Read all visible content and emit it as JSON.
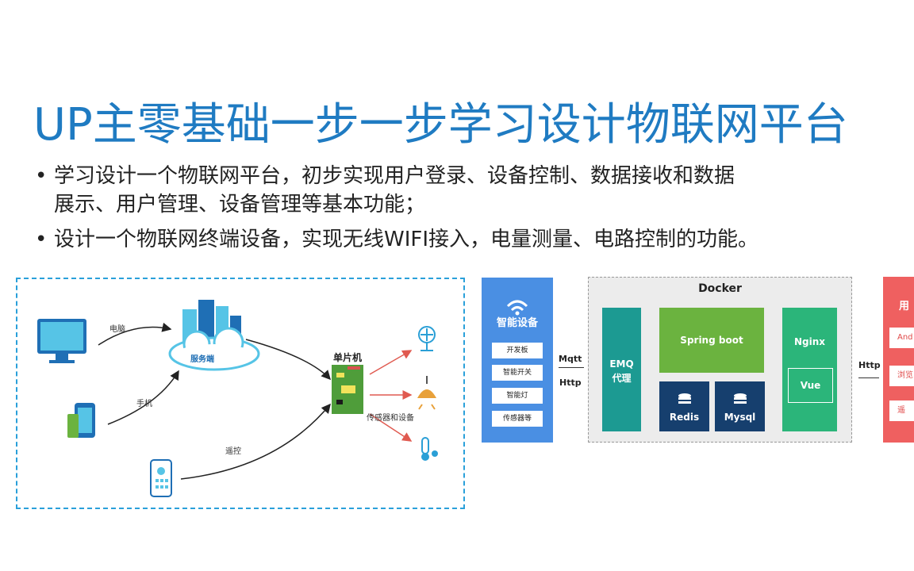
{
  "title": "UP主零基础一步一步学习设计物联网平台",
  "bullets": [
    {
      "line1": "学习设计一个物联网平台，初步实现用户登录、设备控制、数据接收和数据",
      "line2": "展示、用户管理、设备管理等基本功能；"
    },
    {
      "line1": "设计一个物联网终端设备，实现无线WIFI接入，电量测量、电路控制的功能。",
      "line2": ""
    }
  ],
  "left_diagram": {
    "computer_label": "电脑",
    "phone_label": "手机",
    "remote_label": "遥控",
    "server_label": "服务端",
    "mcu_label": "单片机",
    "sensor_label": "传感器和设备"
  },
  "device_panel": {
    "title": "智能设备",
    "items": [
      "开发板",
      "智能开关",
      "智能灯",
      "传感器等"
    ]
  },
  "connectors": {
    "mqtt": "Mqtt",
    "http1": "Http",
    "http2": "Http"
  },
  "docker": {
    "title": "Docker",
    "emq_line1": "EMQ",
    "emq_line2": "代理",
    "spring": "Spring boot",
    "redis": "Redis",
    "mysql": "Mysql",
    "nginx": "Nginx",
    "vue": "Vue"
  },
  "right_panel": {
    "title": "用",
    "items": [
      "And",
      "浏览",
      "遥"
    ]
  },
  "colors": {
    "title_blue": "#1f7bc2",
    "device_blue": "#4a8fe3",
    "teal": "#1c9a92",
    "green": "#6bb33f",
    "navy": "#163f6e",
    "nginx_green": "#2bb57a",
    "user_red": "#ef6060",
    "dash_blue": "#2aa0da"
  }
}
